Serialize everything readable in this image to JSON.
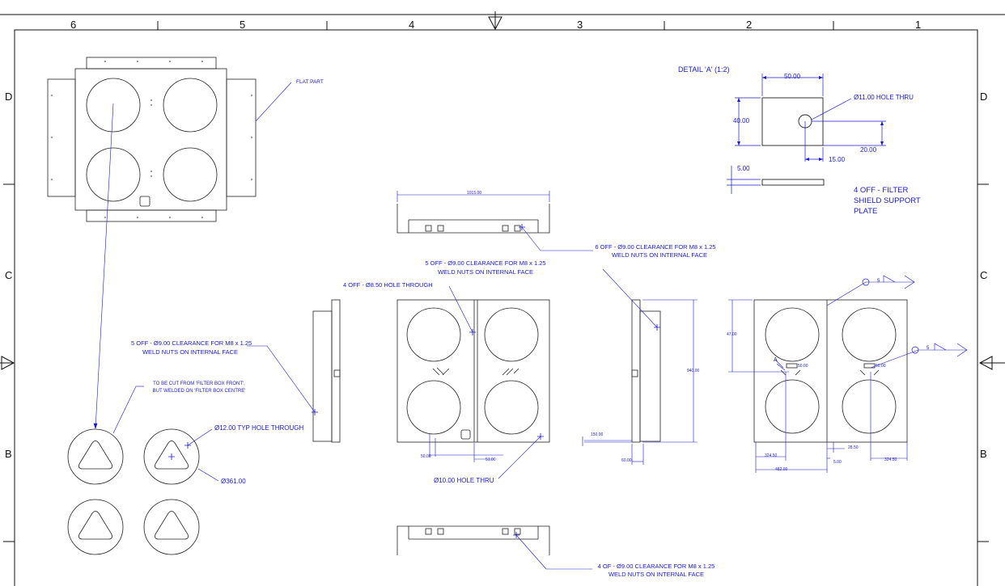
{
  "zones": {
    "columns": [
      "6",
      "5",
      "4",
      "3",
      "2",
      "1"
    ],
    "rows": [
      "D",
      "C",
      "B"
    ]
  },
  "detail": {
    "title": "DETAIL 'A' (1:2)",
    "dim_width": "50.00",
    "dim_height": "40.00",
    "dim_hole_offset_x": "15.00",
    "dim_hole_offset_y": "20.00",
    "dim_thickness": "5.00",
    "hole_note": "Ø11.00 HOLE THRU",
    "part_note_line1": "4 OFF - FILTER",
    "part_note_line2": "SHIELD SUPPORT",
    "part_note_line3": "PLATE"
  },
  "notes": {
    "flat_part": "FLAT PART",
    "weld6_line1": "6 OFF - Ø9.00 CLEARANCE FOR M8 x 1.25",
    "weld6_line2": "WELD NUTS ON INTERNAL FACE",
    "weld5a_line1": "5 OFF - Ø9.00 CLEARANCE FOR M8 x 1.25",
    "weld5a_line2": "WELD NUTS ON INTERNAL FACE",
    "hole850": "4 OFF - Ø8.50 HOLE THROUGH",
    "weld5b_line1": "5 OFF - Ø9.00 CLEARANCE FOR M8 x 1.25",
    "weld5b_line2": "WELD NUTS ON INTERNAL FACE",
    "cut_line1": "TO BE CUT FROM 'FILTER BOX FRONT',",
    "cut_line2": "BUT WELDED ON 'FILTER BOX CENTRE'",
    "hole12": "Ø12.00 TYP HOLE THROUGH",
    "dia361": "Ø361.00",
    "hole10": "Ø10.00 HOLE THRU",
    "weld4_line1": "4 OF - Ø9.00 CLEARANCE FOR M8 x 1.25",
    "weld4_line2": "WELD NUTS ON INTERNAL FACE",
    "detail_marker": "A",
    "weld_symbol_size_1": "5",
    "weld_symbol_size_2": "5"
  },
  "small_dims": {
    "top_width": "1015.00",
    "front_d1": "50.00",
    "front_d2": "51.00",
    "side_height": "940.00",
    "side_d1": "150.00",
    "side_d2": "60.00",
    "rv_left_h": "47.00",
    "rv_d1": "50.00",
    "rv_d2": "50.00",
    "rv_b1": "324.50",
    "rv_b2": "482.00",
    "rv_b3": "28.50",
    "rv_b4": "5.00",
    "rv_b5": "324.50"
  }
}
